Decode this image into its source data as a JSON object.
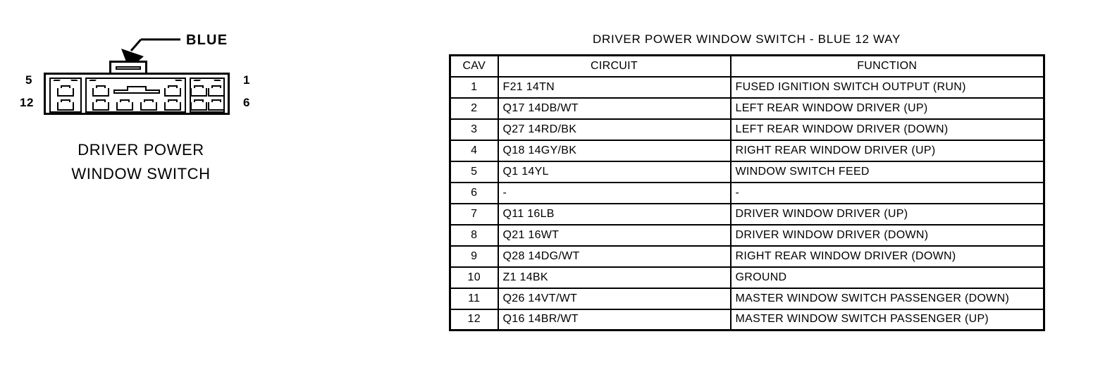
{
  "connector": {
    "callout_label": "BLUE",
    "caption_line1": "DRIVER POWER",
    "caption_line2": "WINDOW SWITCH",
    "pin_label_top_left": "5",
    "pin_label_bottom_left": "12",
    "pin_label_top_right": "1",
    "pin_label_bottom_right": "6",
    "line_color": "#000000"
  },
  "table": {
    "title": "DRIVER POWER WINDOW SWITCH - BLUE 12 WAY",
    "headers": {
      "cav": "CAV",
      "circuit": "CIRCUIT",
      "function": "FUNCTION"
    },
    "rows": [
      {
        "cav": "1",
        "circuit": "F21 14TN",
        "function": "FUSED IGNITION SWITCH OUTPUT (RUN)"
      },
      {
        "cav": "2",
        "circuit": "Q17 14DB/WT",
        "function": "LEFT REAR WINDOW DRIVER (UP)"
      },
      {
        "cav": "3",
        "circuit": "Q27 14RD/BK",
        "function": "LEFT REAR WINDOW DRIVER (DOWN)"
      },
      {
        "cav": "4",
        "circuit": "Q18 14GY/BK",
        "function": "RIGHT REAR WINDOW DRIVER (UP)"
      },
      {
        "cav": "5",
        "circuit": "Q1 14YL",
        "function": "WINDOW SWITCH FEED"
      },
      {
        "cav": "6",
        "circuit": "-",
        "function": "-"
      },
      {
        "cav": "7",
        "circuit": "Q11 16LB",
        "function": "DRIVER WINDOW DRIVER (UP)"
      },
      {
        "cav": "8",
        "circuit": "Q21 16WT",
        "function": "DRIVER WINDOW DRIVER (DOWN)"
      },
      {
        "cav": "9",
        "circuit": "Q28 14DG/WT",
        "function": "RIGHT REAR WINDOW DRIVER (DOWN)"
      },
      {
        "cav": "10",
        "circuit": "Z1 14BK",
        "function": "GROUND"
      },
      {
        "cav": "11",
        "circuit": "Q26 14VT/WT",
        "function": "MASTER WINDOW SWITCH PASSENGER (DOWN)"
      },
      {
        "cav": "12",
        "circuit": "Q16 14BR/WT",
        "function": "MASTER WINDOW SWITCH PASSENGER (UP)"
      }
    ]
  }
}
